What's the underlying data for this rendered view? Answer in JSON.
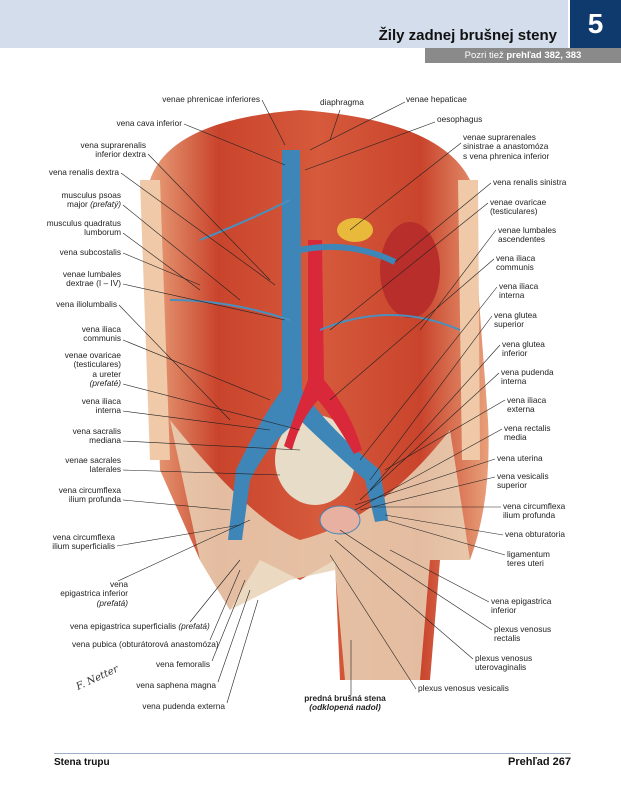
{
  "header": {
    "title": "Žily zadnej brušnej steny",
    "chapter": "5",
    "see_also_prefix": "Pozri tiež",
    "see_also_bold": "prehľad 382, 383"
  },
  "labels_left": [
    "venae phrenicae inferiores",
    "vena cava inferior",
    "vena suprarenalis\ninferior dextra",
    "vena renalis dextra",
    "musculus psoas\nmajor",
    "musculus quadratus\nlumborum",
    "vena subcostalis",
    "venae lumbales\ndextrae (I – IV)",
    "vena iliolumbalis",
    "vena iliaca\ncommunis",
    "venae ovaricae\n(testiculares)\na ureter",
    "vena iliaca\ninterna",
    "vena sacralis\nmediana",
    "venae sacrales\nlaterales",
    "vena circumflexa\nilium profunda",
    "vena circumflexa\nilium superficialis",
    "vena\nepigastrica inferior",
    "vena epigastrica superficialis",
    "vena pubica (obturátorová anastomóza)",
    "vena femoralis",
    "vena saphena magna",
    "vena pudenda externa"
  ],
  "labels_left_italic": {
    "psoas": "(prefatý)",
    "ovaricae": "(prefaté)",
    "epigastrica_inferior": "(prefatá)",
    "epigastrica_superficialis": "(prefatá)"
  },
  "labels_top": [
    "diaphragma",
    "venae hepaticae",
    "oesophagus"
  ],
  "labels_right": [
    "venae suprarenales\nsinistrae a anastomóza\ns vena phrenica inferior",
    "vena renalis sinistra",
    "venae ovaricae\n(testiculares)",
    "venae lumbales\nascendentes",
    "vena iliaca\ncommunis",
    "vena iliaca\ninterna",
    "vena glutea\nsuperior",
    "vena glutea\ninferior",
    "vena pudenda\ninterna",
    "vena iliaca\nexterna",
    "vena rectalis\nmedia",
    "vena uterina",
    "vena vesicalis\nsuperior",
    "vena circumflexa\nilium profunda",
    "vena obturatoria",
    "ligamentum\nteres uteri",
    "vena epigastrica\ninferior",
    "plexus venosus\nrectalis",
    "plexus venosus\nuterovaginalis",
    "plexus venosus vesicalis"
  ],
  "bottom_caption": {
    "line1": "predná brušná stena",
    "line2": "(odklopená nadol)"
  },
  "signature": "F. Netter",
  "footer": {
    "section": "Stena trupu",
    "page": "Prehľad 267"
  },
  "colors": {
    "header_bg": "#d3ddeb",
    "chapter_bg": "#0e3a6e",
    "vein": "#3f86b8",
    "artery": "#d8283a",
    "muscle": "#d4583a"
  }
}
